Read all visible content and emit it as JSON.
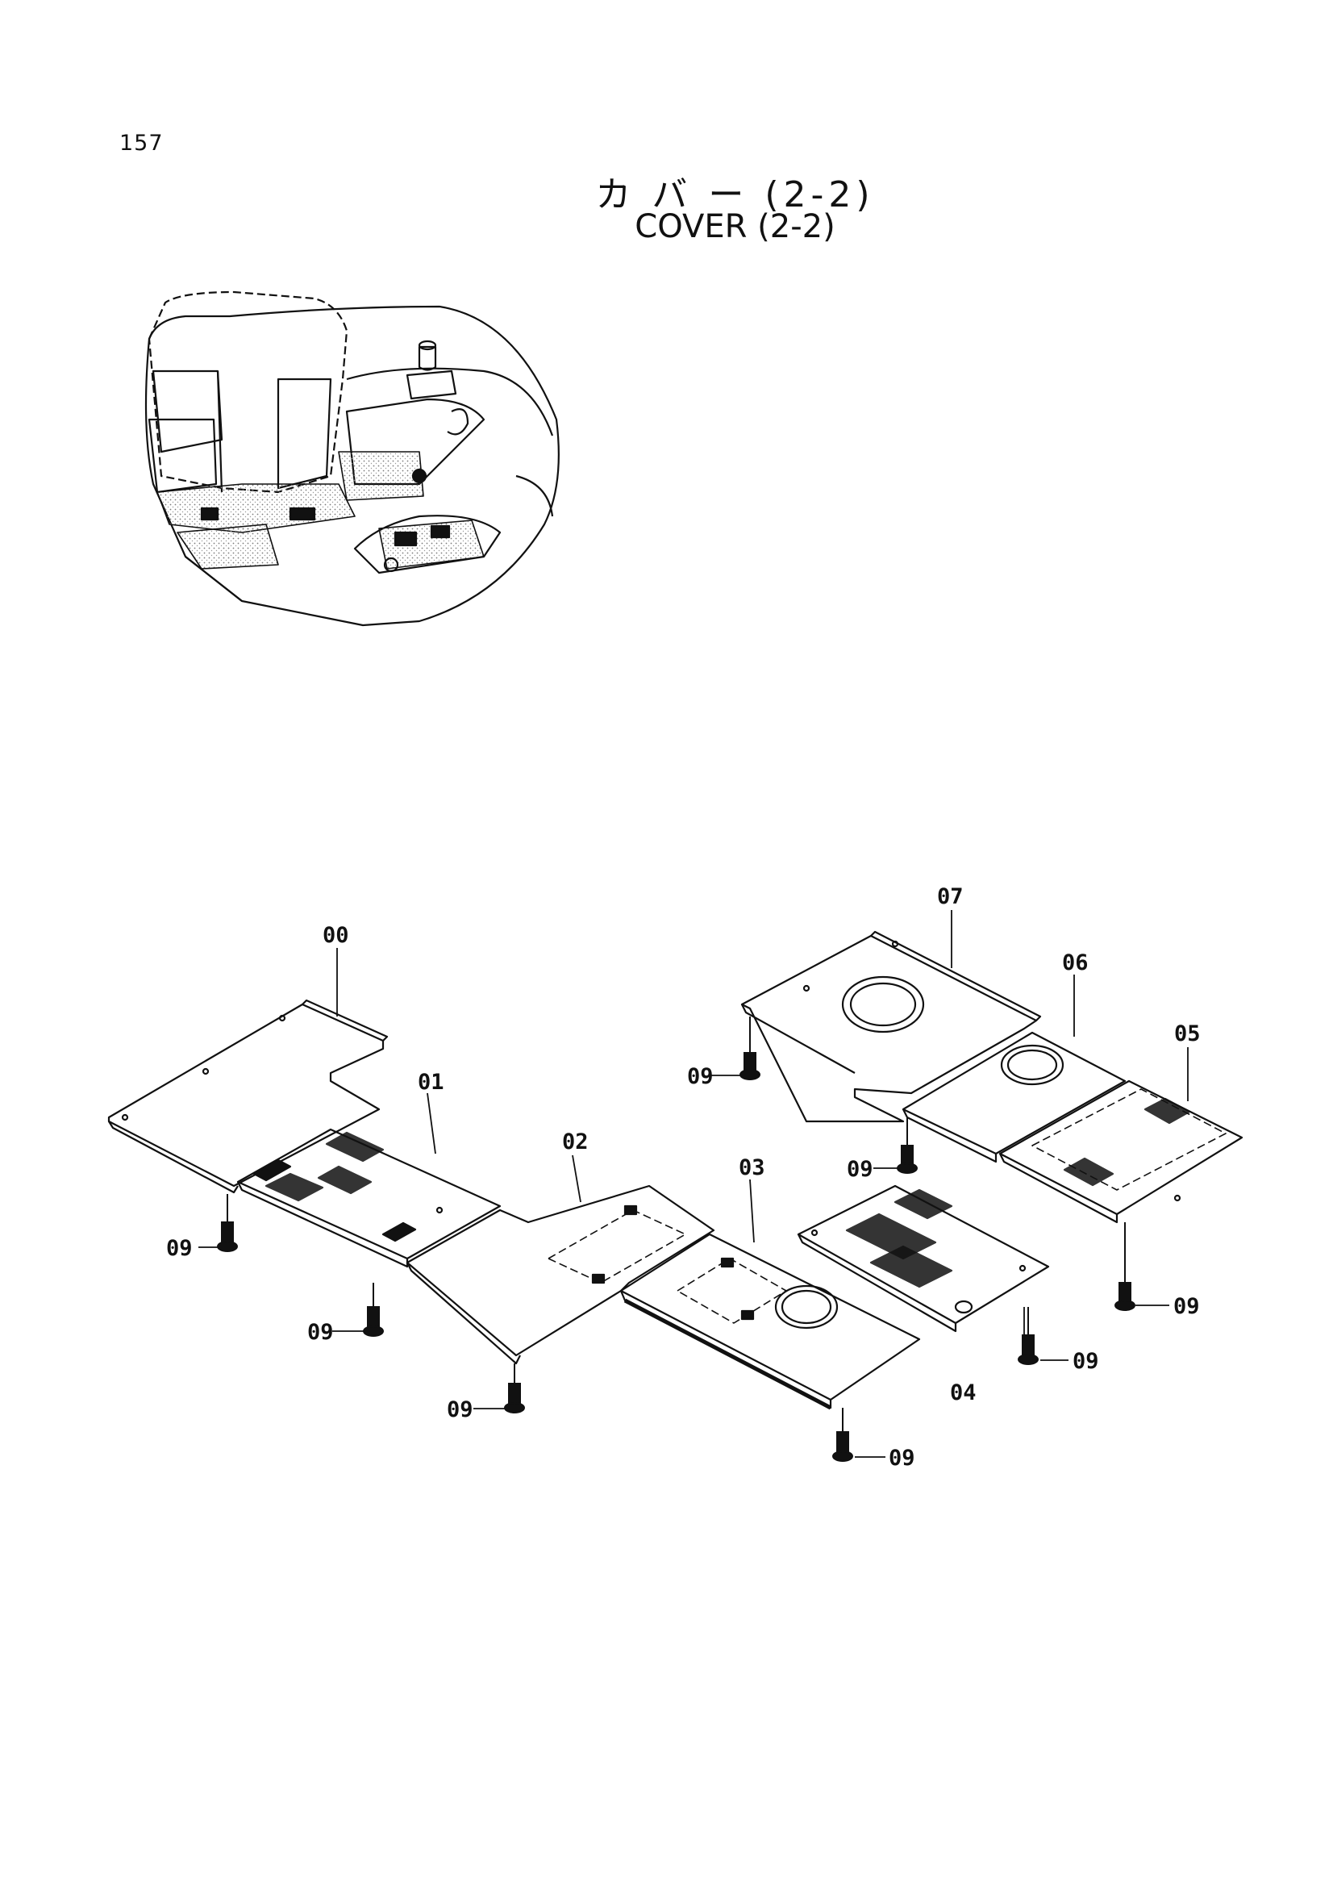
{
  "page": {
    "number": "157"
  },
  "title": {
    "japanese": "カ バ ー  (2-2)",
    "english": "COVER (2-2)"
  },
  "callouts": {
    "c00": "00",
    "c01": "01",
    "c02": "02",
    "c03": "03",
    "c04": "04",
    "c05": "05",
    "c06": "06",
    "c07": "07",
    "c09": "09"
  },
  "colors": {
    "line": "#111111",
    "stipple": "#9a9a9a",
    "paper": "#ffffff"
  }
}
